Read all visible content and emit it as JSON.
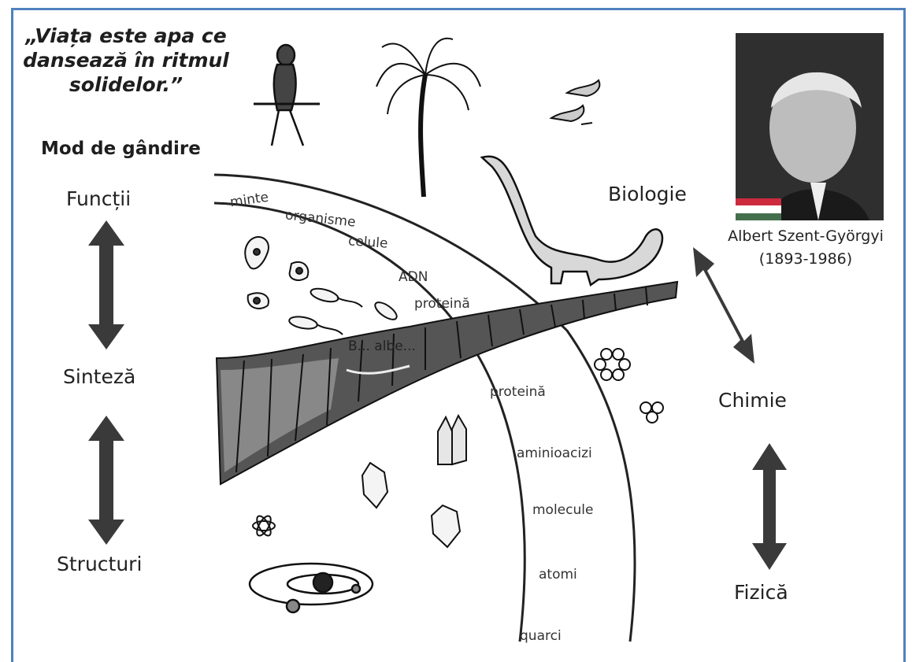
{
  "quote": {
    "line1": "„Viața este apa ce",
    "line2": "dansează în ritmul",
    "line3": "solidelor.”"
  },
  "left_column": {
    "heading": "Mod de gândire",
    "top": "Funcții",
    "middle": "Sinteză",
    "bottom": "Structuri"
  },
  "right_column": {
    "top": "Biologie",
    "middle": "Chimie",
    "bottom": "Fizică"
  },
  "portrait": {
    "name": "Albert Szent-Györgyi",
    "years": "(1893-1986)",
    "flag_colors": [
      "#cd2a3e",
      "#ffffff",
      "#436f4d"
    ]
  },
  "arc_labels_upper": [
    "minte",
    "organisme",
    "celule",
    "ADN",
    "proteină"
  ],
  "cliff_label": "B... albe...",
  "arc_labels_lower": [
    "proteină",
    "aminioacizi",
    "molecule",
    "atomi",
    "quarci"
  ],
  "colors": {
    "frame": "#4f81bd",
    "arrow": "#3a3a3a",
    "ink": "#222222"
  },
  "icons": [
    "caveman-with-spear",
    "palm-tree",
    "flying-birds",
    "dinosaur",
    "cells",
    "bacteria",
    "rock-cliff",
    "molecule-ring",
    "crystals",
    "atom-orbit"
  ]
}
